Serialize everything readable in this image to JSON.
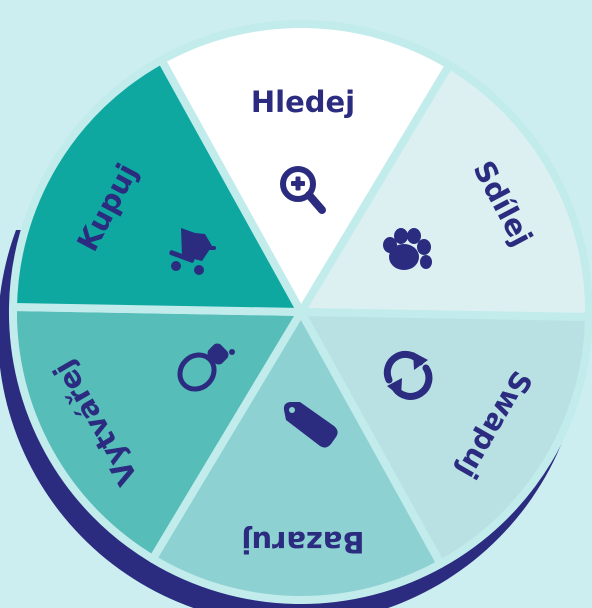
{
  "colors": {
    "background": "#cdeef0",
    "ring": "#2b2b80",
    "label": "#2b2b80",
    "divider": "#c2ecec"
  },
  "segments": [
    {
      "id": "hledej",
      "label": "Hledej",
      "icon": "magnify-plus-icon",
      "color": "#ffffff"
    },
    {
      "id": "sdilej",
      "label": "Sdílej",
      "icon": "paw-icon",
      "color": "#dcf0f1"
    },
    {
      "id": "swapuj",
      "label": "Swapuj",
      "icon": "swap-arrows-icon",
      "color": "#b9e1e3"
    },
    {
      "id": "bazaruj",
      "label": "Bazaruj",
      "icon": "price-tag-icon",
      "color": "#8ed1d2"
    },
    {
      "id": "vytvarej",
      "label": "Vytvářej",
      "icon": "lightbulb-icon",
      "color": "#56bdb9"
    },
    {
      "id": "kupuj",
      "label": "Kupuj",
      "icon": "cart-icon",
      "color": "#0ea8a1"
    }
  ]
}
